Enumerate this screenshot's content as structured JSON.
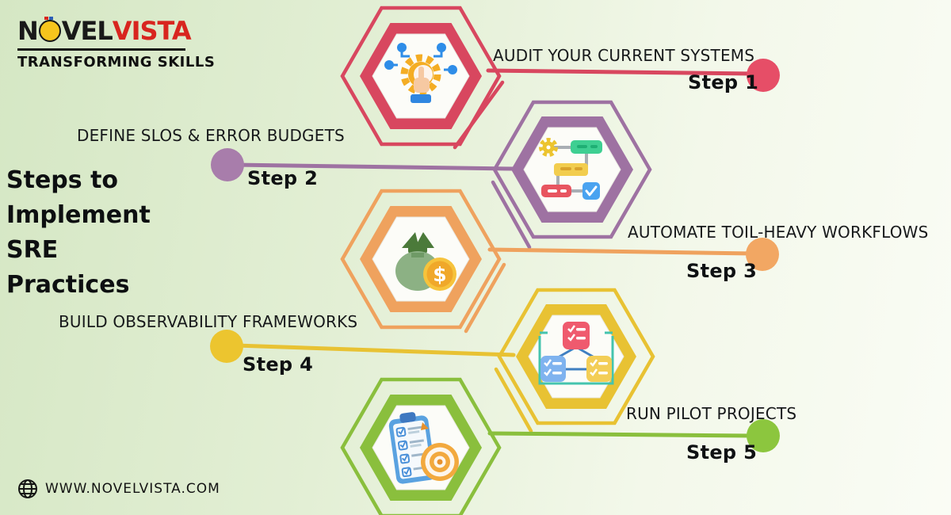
{
  "logo": {
    "prefix": "N",
    "mid": "VEL",
    "accent": "VISTA",
    "tagline": "TRANSFORMING SKILLS",
    "accent_color": "#d8251f",
    "bulb_color": "#f6c51d"
  },
  "title": {
    "lines": [
      "Steps to",
      "Implement",
      "SRE",
      "Practices"
    ]
  },
  "website": {
    "url": "WWW.NOVELVISTA.COM"
  },
  "steps": [
    {
      "label": "AUDIT YOUR CURRENT SYSTEMS",
      "step": "Step 1",
      "color": "#d8475f",
      "circle_color": "#e64e67",
      "icon": "audit-gear-network-icon"
    },
    {
      "label": "DEFINE SLOS & ERROR BUDGETS",
      "step": "Step 2",
      "color": "#9e72a2",
      "circle_color": "#a87dab",
      "icon": "workflow-diagram-icon"
    },
    {
      "label": "AUTOMATE TOIL-HEAVY WORKFLOWS",
      "step": "Step 3",
      "color": "#efa25e",
      "circle_color": "#f2a763",
      "icon": "money-bag-icon",
      "coin_symbol": "$"
    },
    {
      "label": "BUILD OBSERVABILITY FRAMEWORKS",
      "step": "Step 4",
      "color": "#e8c233",
      "circle_color": "#ecc52f",
      "icon": "mindmap-checklist-icon"
    },
    {
      "label": "RUN PILOT PROJECTS",
      "step": "Step 5",
      "color": "#8abf3d",
      "circle_color": "#8cc63e",
      "icon": "clipboard-target-icon"
    }
  ]
}
